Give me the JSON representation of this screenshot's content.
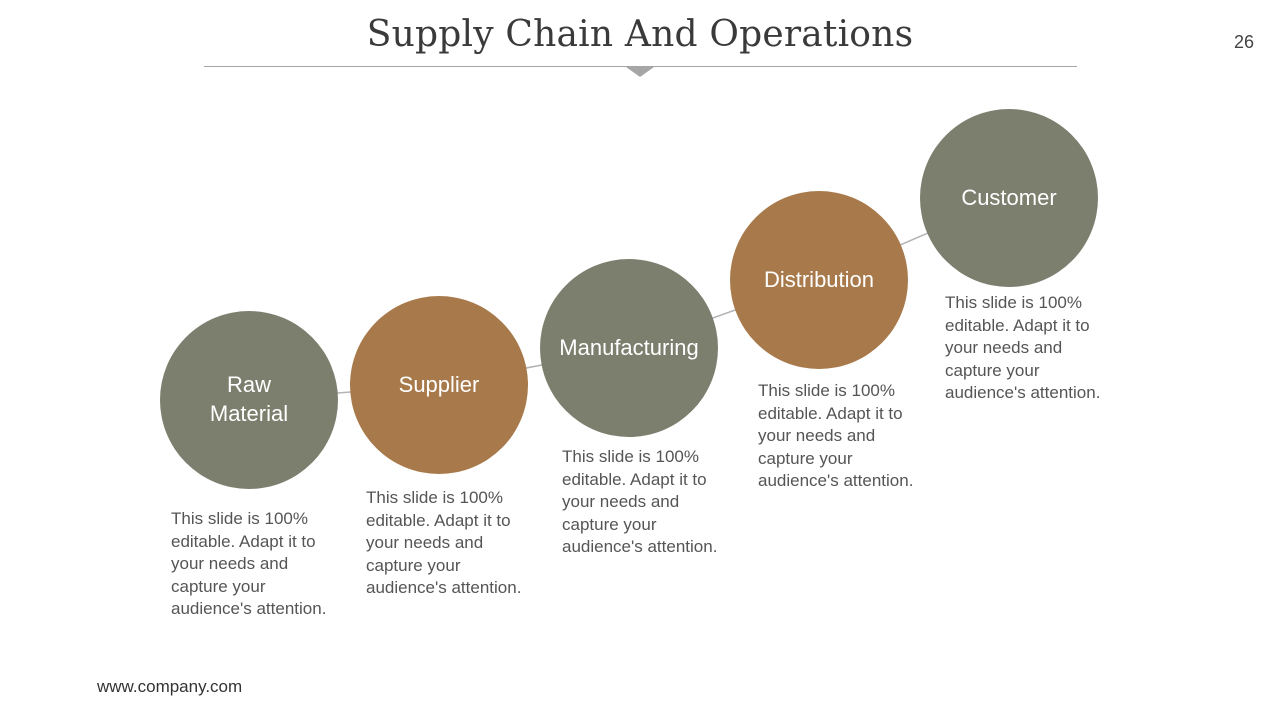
{
  "slide": {
    "title": "Supply Chain And Operations",
    "page_number": "26",
    "footer": "www.company.com"
  },
  "colors": {
    "gray": "#7c7f6e",
    "brown": "#a87a4b",
    "connector": "#b3b3b3"
  },
  "steps": [
    {
      "label": "Raw Material",
      "color": "gray",
      "description": "This slide is 100% editable. Adapt it to your needs and capture your audience's attention."
    },
    {
      "label": "Supplier",
      "color": "brown",
      "description": "This slide is 100% editable. Adapt it to your needs and capture your audience's attention."
    },
    {
      "label": "Manufacturing",
      "color": "gray",
      "description": "This slide is 100% editable. Adapt it to your needs and capture your audience's attention."
    },
    {
      "label": "Distribution",
      "color": "brown",
      "description": "This slide is 100% editable. Adapt it to your needs and capture your audience's attention."
    },
    {
      "label": "Customer",
      "color": "gray",
      "description": "This slide is 100% editable. Adapt it to your needs and capture your audience's attention."
    }
  ]
}
